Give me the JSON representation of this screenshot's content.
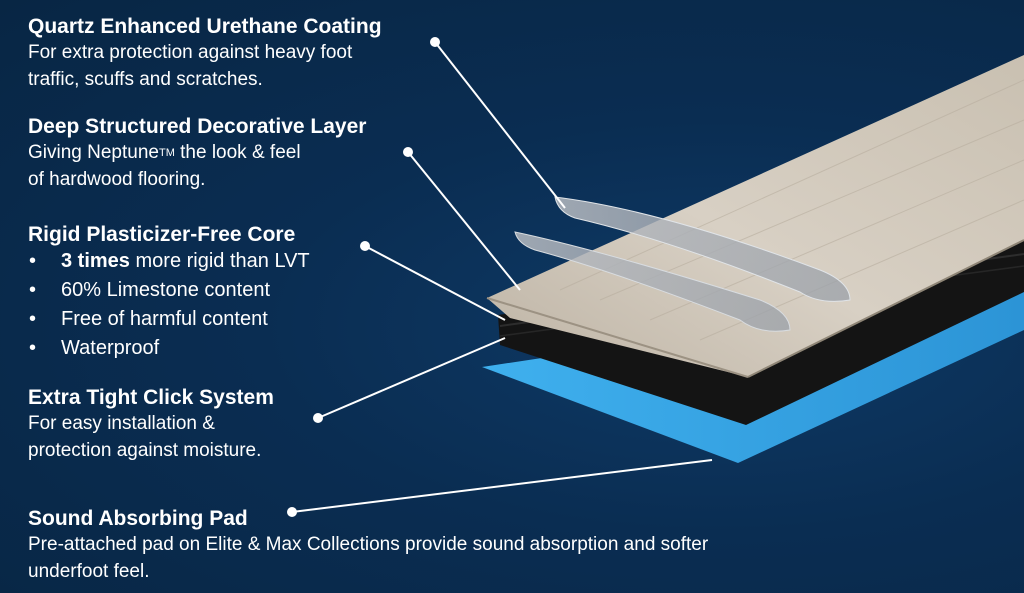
{
  "features": [
    {
      "title": "Quartz Enhanced Urethane Coating",
      "lines": [
        "For extra protection against heavy foot",
        "traffic, scuffs and scratches."
      ]
    },
    {
      "title": "Deep Structured Decorative Layer",
      "line1_prefix": "Giving Neptune",
      "trademark": "TM",
      "line1_suffix": " the look & feel",
      "line2": "of hardwood flooring."
    },
    {
      "title": "Rigid Plasticizer-Free Core",
      "bullet1_bold": "3 times",
      "bullet1_rest": " more rigid than LVT",
      "bullets": [
        "60% Limestone content",
        "Free of harmful content",
        "Waterproof"
      ]
    },
    {
      "title": "Extra Tight Click System",
      "lines": [
        "For easy installation &",
        "protection against moisture."
      ]
    },
    {
      "title": "Sound Absorbing Pad",
      "lines": [
        "Pre-attached pad on Elite & Max Collections provide sound absorption and softer",
        "underfoot feel."
      ]
    }
  ],
  "colors": {
    "background": "#0a2d52",
    "text": "#ffffff",
    "wood": "#cfc6b8",
    "core": "#141414",
    "pad": "#35a7e6"
  }
}
